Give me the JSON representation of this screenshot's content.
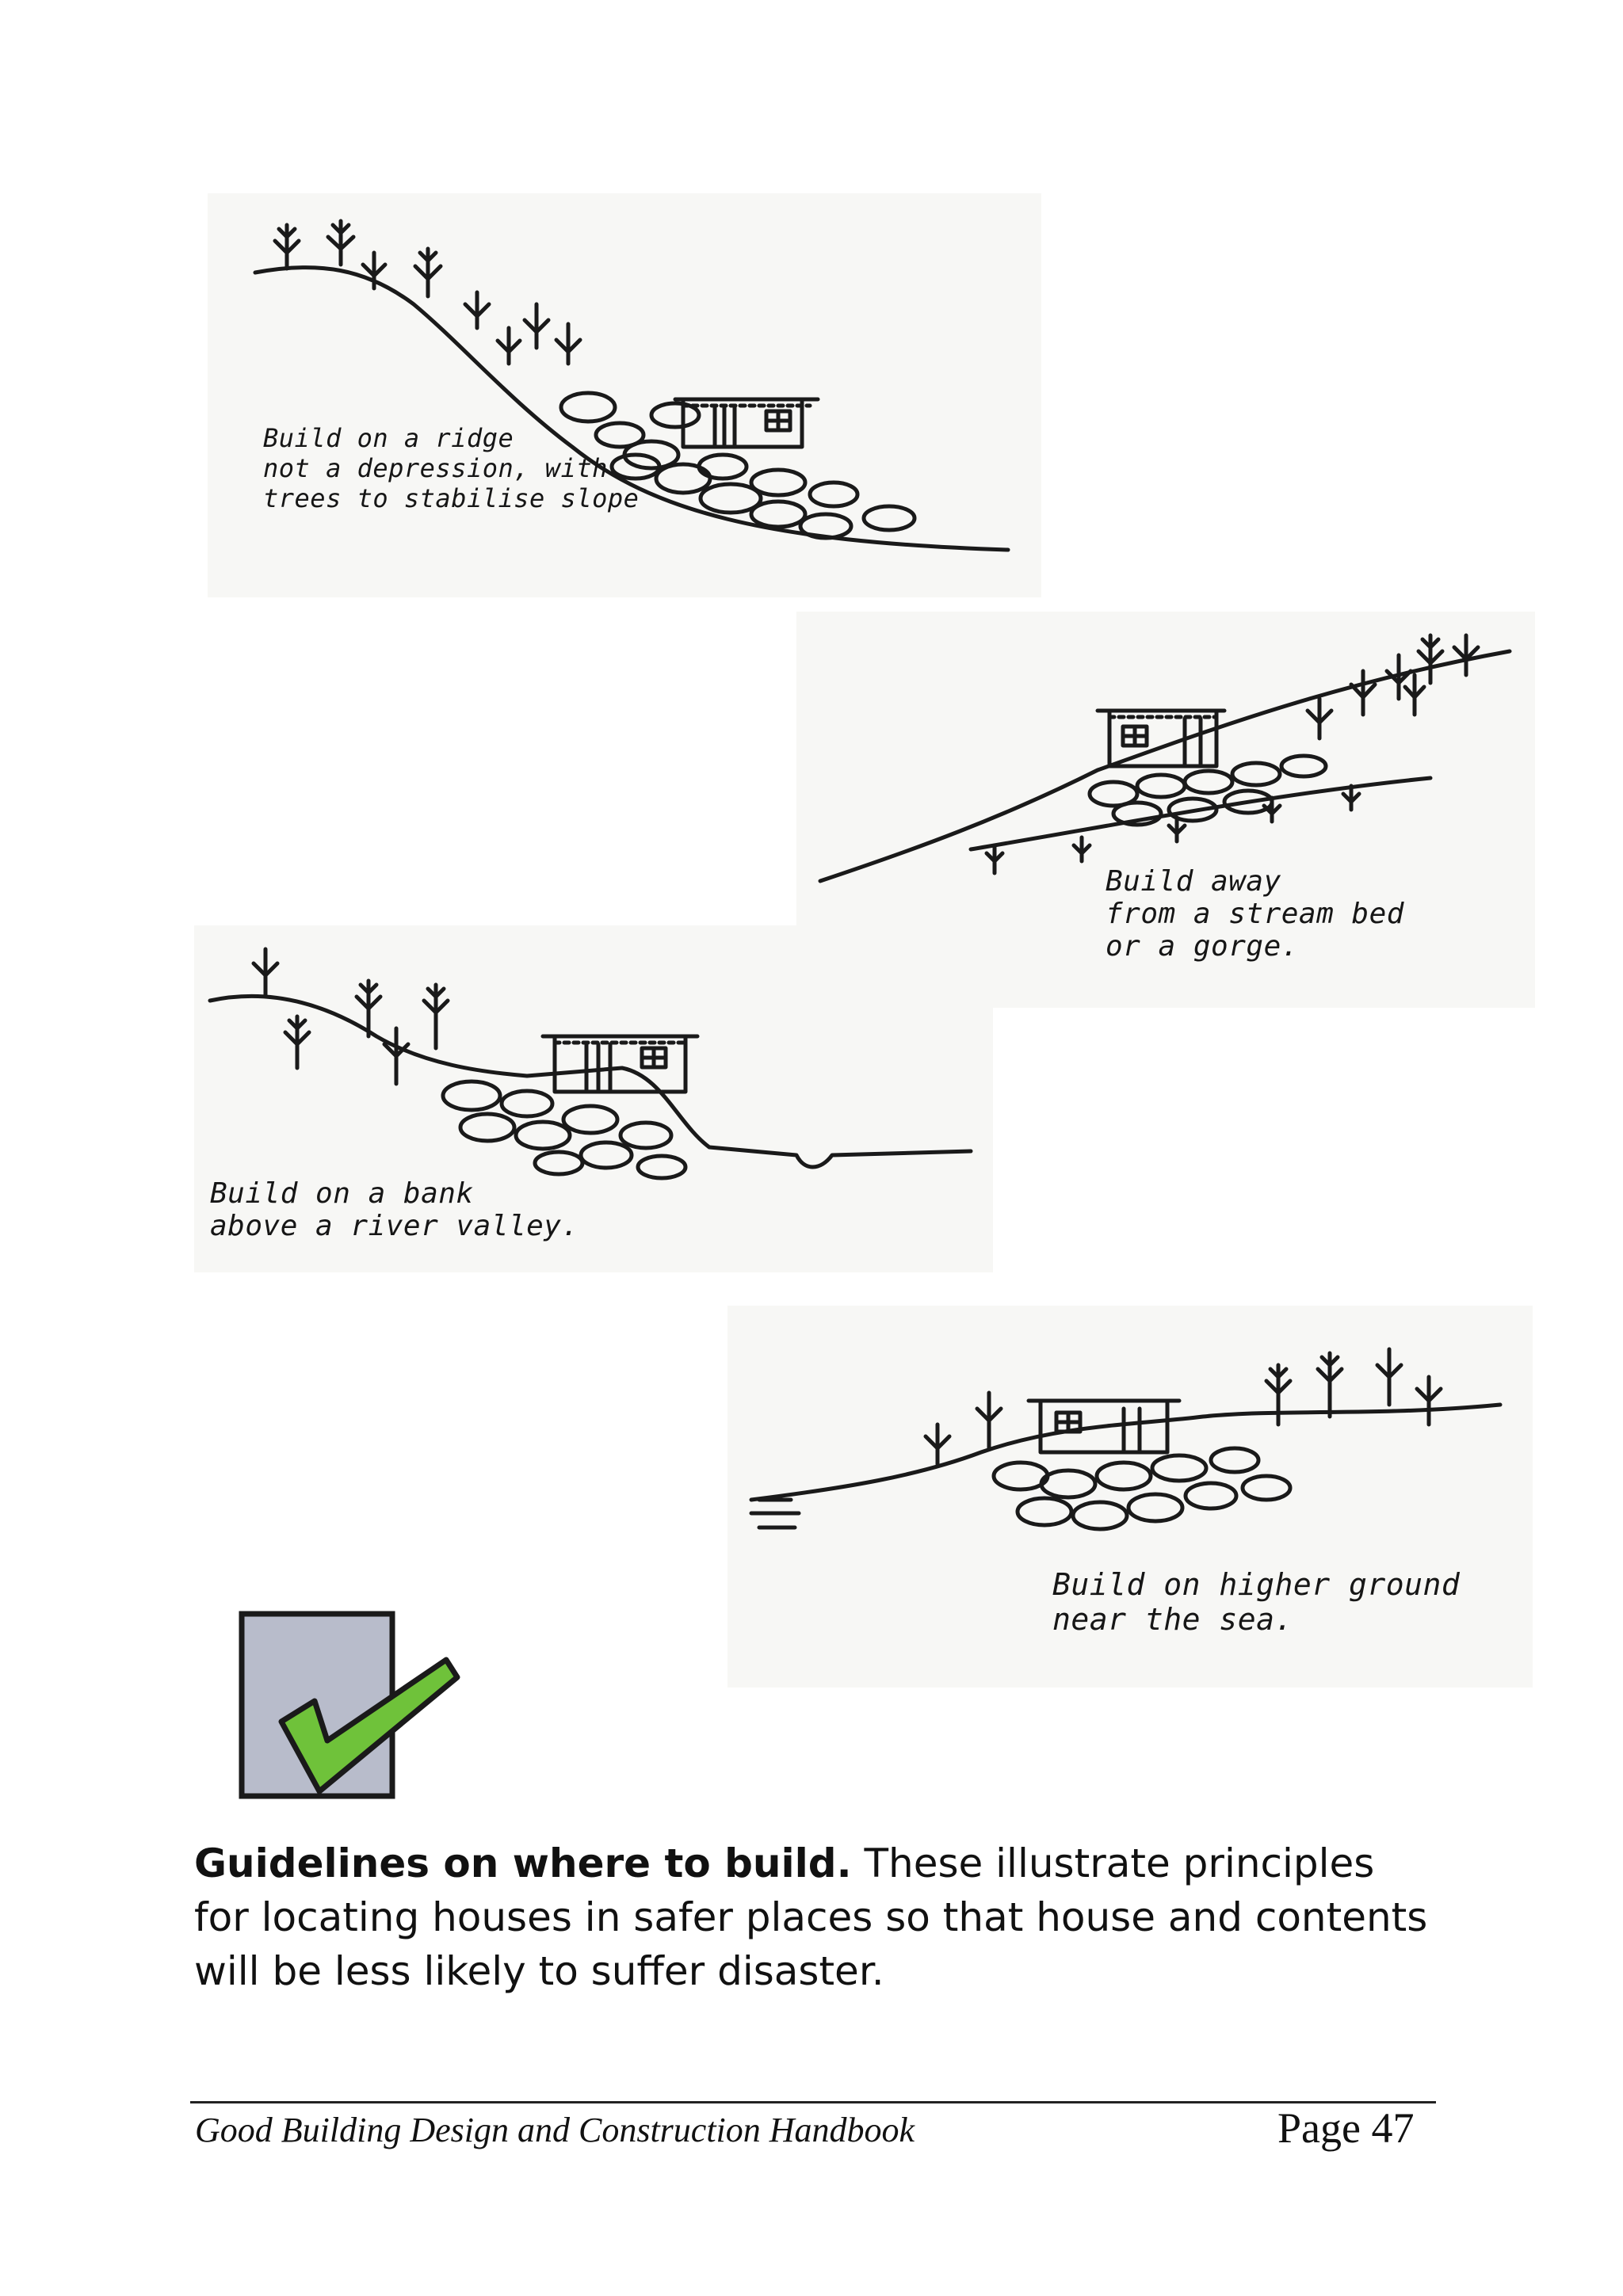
{
  "illustrations": [
    {
      "caption": "Build on a ridge\nnot a depression, with\ntrees to stabilise slope"
    },
    {
      "caption": "Build away\nfrom a stream bed\nor a gorge."
    },
    {
      "caption": "Build on a bank\nabove a river valley."
    },
    {
      "caption": "Build on higher ground\nnear the sea."
    }
  ],
  "checkbox_icon": {
    "icon": "checkmark-icon",
    "box_color": "#b8bccb",
    "check_color": "#6fc23a"
  },
  "body_text": {
    "heading": "Guidelines on where to build.",
    "text": "  These illustrate principles for locating houses in safer places so that house and contents will be less likely to suffer disaster."
  },
  "footer": {
    "title": "Good Building Design and Construction Handbook",
    "page": "Page 47"
  }
}
